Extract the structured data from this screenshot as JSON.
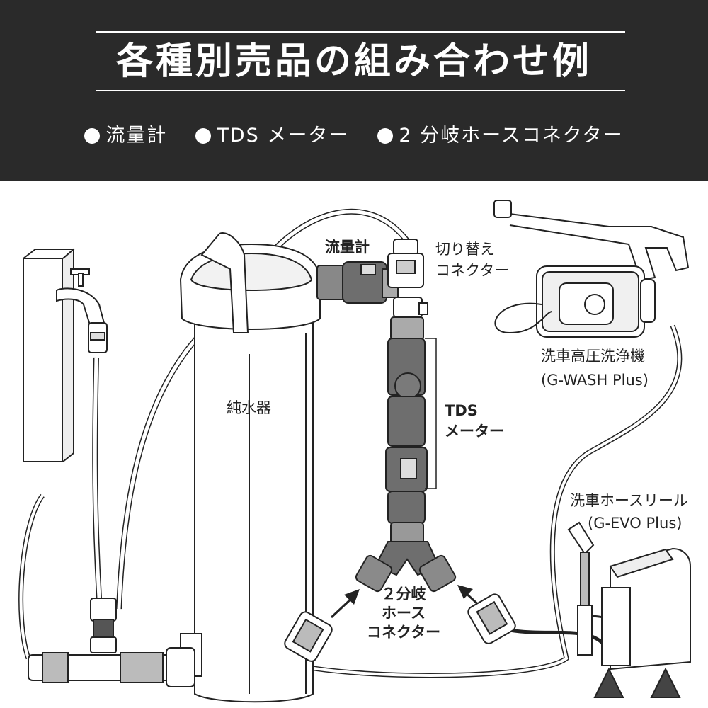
{
  "header": {
    "title": "各種別売品の組み合わせ例",
    "items": [
      "流量計",
      "TDS メーター",
      "2 分岐ホースコネクター"
    ]
  },
  "labels": {
    "flowmeter": "流量計",
    "switch_connector_1": "切り替え",
    "switch_connector_2": "コネクター",
    "washer_1": "洗車高圧洗浄機",
    "washer_2": "(G-WASH Plus)",
    "purifier": "純水器",
    "tds_1": "TDS",
    "tds_2": "メーター",
    "reel_1": "洗車ホースリール",
    "reel_2": "(G-EVO Plus)",
    "splitter_1": "２分岐",
    "splitter_2": "ホース",
    "splitter_3": "コネクター"
  },
  "colors": {
    "header_bg": "#2a2a2a",
    "header_text": "#ffffff",
    "part_dark": "#6e6e6e",
    "outline": "#222222"
  }
}
